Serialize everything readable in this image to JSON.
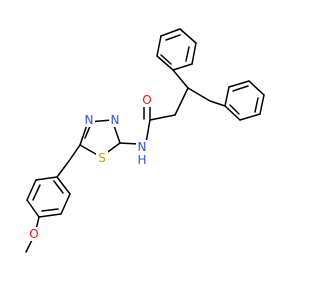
{
  "molecule": {
    "atom_labels": {
      "oxygen_carbonyl": "O",
      "nitrogen_amide": "N",
      "hydrogen_amide": "H",
      "nitrogen_ring_1": "N",
      "nitrogen_ring_2": "N",
      "sulfur": "S",
      "oxygen_methoxy": "O"
    },
    "colors": {
      "bond": "#000000",
      "nitrogen": "#3050F8",
      "oxygen": "#FF0D0D",
      "sulfur": "#C8A000"
    }
  }
}
